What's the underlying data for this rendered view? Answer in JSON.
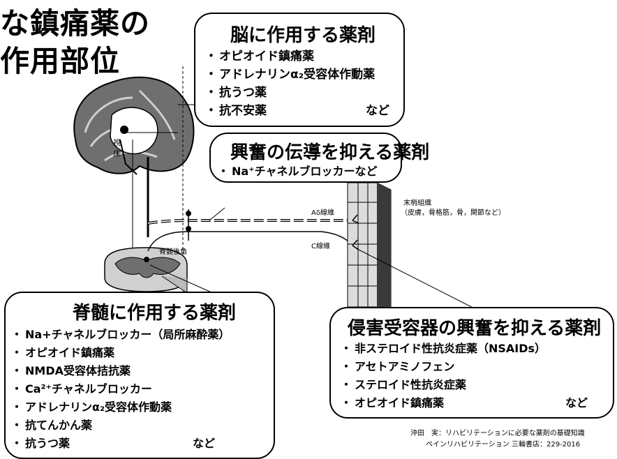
{
  "title": {
    "line1": "な鎮痛薬の",
    "line2": "作用部位"
  },
  "brain_box": {
    "heading": "脳に作用する薬剤",
    "items": [
      "オピオイド鎮痛薬",
      "アドレナリンα₂受容体作動薬",
      "抗うつ薬",
      "抗不安薬"
    ],
    "etc": "など"
  },
  "conduction_box": {
    "heading": "興奮の伝導を抑える薬剤",
    "items": [
      "Na⁺チャネルブロッカーなど"
    ]
  },
  "spinal_box": {
    "heading": "脊髄に作用する薬剤",
    "items": [
      "Na+チャネルブロッカー（局所麻酔薬）",
      "オピオイド鎮痛薬",
      "NMDA受容体拮抗薬",
      "Ca²⁺チャネルブロッカー",
      "アドレナリンα₂受容体作動薬",
      "抗てんかん薬",
      "抗うつ薬"
    ],
    "etc": "など"
  },
  "nociceptor_box": {
    "heading": "侵害受容器の興奮を抑える薬剤",
    "items": [
      "非ステロイド性抗炎症薬（NSAIDs）",
      "アセトアミノフェン",
      "ステロイド性抗炎症薬",
      "オピオイド鎮痛薬"
    ],
    "etc": "など"
  },
  "labels": {
    "a_delta": "Aδ線維",
    "c_fiber": "C線維",
    "dorsal_horn": "脊髄後角",
    "thalamus": "視床",
    "peripheral_title": "末梢組織",
    "peripheral_detail": "（皮膚，骨格筋，骨，関節など）"
  },
  "citation": {
    "line1": "沖田　実：リハビリテーションに必要な薬剤の基礎知識",
    "line2": "ペインリハビリテーション 三輪書店：229-2016"
  },
  "colors": {
    "ink": "#000000",
    "brain_gray": "#6f6f6f",
    "tissue_fill": "#dcdcdc"
  }
}
